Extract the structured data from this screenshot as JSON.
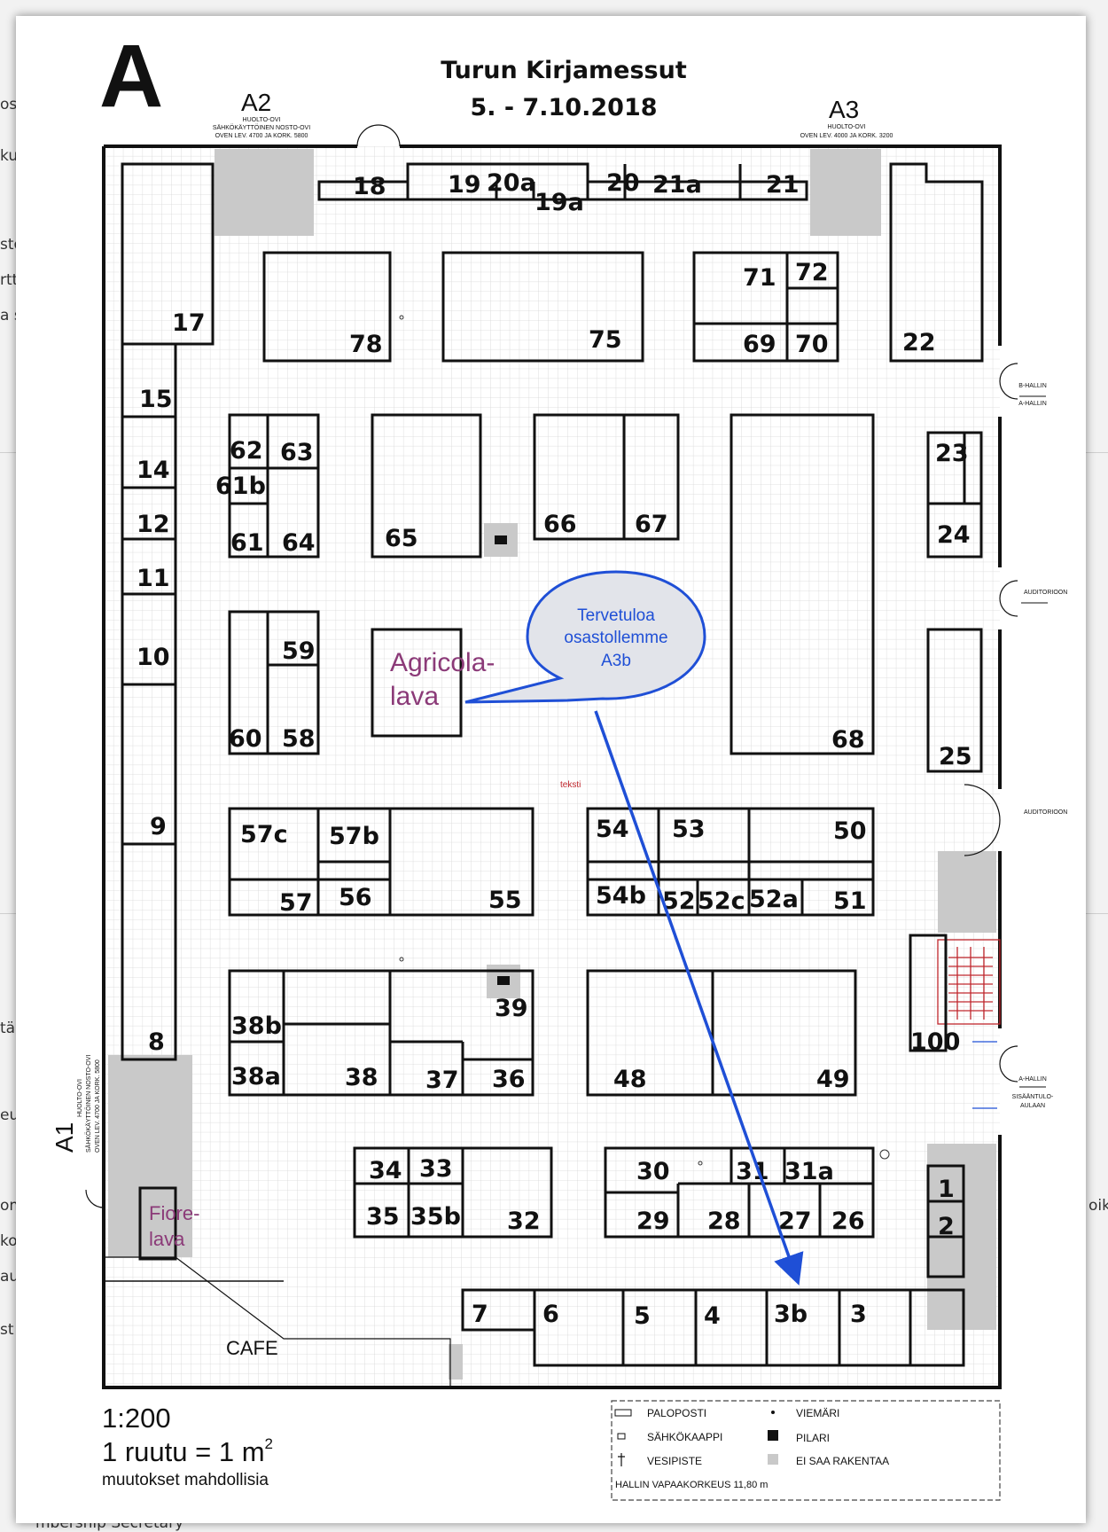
{
  "hall": {
    "letter": "A",
    "event_title": "Turun Kirjamessut",
    "event_dates": "5. - 7.10.2018"
  },
  "doors": {
    "a1": {
      "name": "A1",
      "line1": "HUOLTO-OVI",
      "line2": "SÄHKÖKÄYTTÖINEN NOSTO-OVI",
      "line3": "OVEN LEV. 4700 JA KORK. 5800"
    },
    "a2": {
      "name": "A2",
      "line1": "HUOLTO-OVI",
      "line2": "SÄHKÖKÄYTTÖINEN NOSTO-OVI",
      "line3": "OVEN LEV. 4700 JA KORK. 5800"
    },
    "a3": {
      "name": "A3",
      "line1": "HUOLTO-OVI",
      "line2": "OVEN LEV. 4000 JA KORK. 3200"
    },
    "b_hall_top": "B-HALLIN",
    "b_hall_bottom": "A-HALLIN",
    "auditorio_1": "AUDITORIOON",
    "auditorio_2": "AUDITORIOON",
    "entrance_1": "A-HALLIN",
    "entrance_2": "SISÄÄNTULO-",
    "entrance_3": "AULAAN"
  },
  "booths": [
    "18",
    "19",
    "20a",
    "19a",
    "20",
    "21a",
    "21",
    "17",
    "78",
    "75",
    "71",
    "72",
    "69",
    "70",
    "22",
    "15",
    "14",
    "12",
    "11",
    "10",
    "9",
    "8",
    "62",
    "63",
    "61b",
    "61",
    "64",
    "65",
    "66",
    "67",
    "68",
    "23",
    "24",
    "25",
    "59",
    "60",
    "58",
    "57c",
    "57b",
    "57",
    "56",
    "55",
    "54",
    "53",
    "50",
    "54b",
    "52",
    "52c",
    "52a",
    "51",
    "38b",
    "38a",
    "38",
    "37",
    "36",
    "39",
    "48",
    "49",
    "100",
    "34",
    "33",
    "35",
    "35b",
    "32",
    "30",
    "31",
    "31a",
    "29",
    "28",
    "27",
    "26",
    "1",
    "2",
    "7",
    "6",
    "5",
    "4",
    "3b",
    "3"
  ],
  "stages": {
    "agricola_line1": "Agricola-",
    "agricola_line2": "lava",
    "fiore_line1": "Fiore-",
    "fiore_line2": "lava"
  },
  "cafe": "CAFE",
  "callout": {
    "line1": "Tervetuloa",
    "line2": "osastollemme",
    "line3": "A3b"
  },
  "stray_text": "teksti",
  "scale": {
    "ratio": "1:200",
    "grid_text": "1 ruutu = 1 m",
    "grid_exp": "2",
    "note": "muutokset mahdollisia"
  },
  "legend": {
    "paloposti": "PALOPOSTI",
    "viemari": "VIEMÄRI",
    "sahkokaappi": "SÄHKÖKAAPPI",
    "pilari": "PILARI",
    "vesipiste": "VESIPISTE",
    "ei_saa": "EI SAA RAKENTAA",
    "height": "HALLIN VAPAAKORKEUS 11,80 m"
  },
  "background_text": [
    "osti",
    "kus",
    "sto",
    "rtta",
    "a s",
    "täa",
    "eura",
    "om",
    "kou",
    "aus",
    "st r",
    "mbership Secretary",
    "oik"
  ],
  "colors": {
    "stage_text": "#8b3a78",
    "callout_fill": "#e2e4ea",
    "callout_stroke": "#1f4fd6",
    "callout_text": "#1f4fd6",
    "arrow": "#1f4fd6",
    "no_build": "#c9c9c9",
    "stairs": "#c0272d",
    "grid": "#d6d6d6"
  }
}
